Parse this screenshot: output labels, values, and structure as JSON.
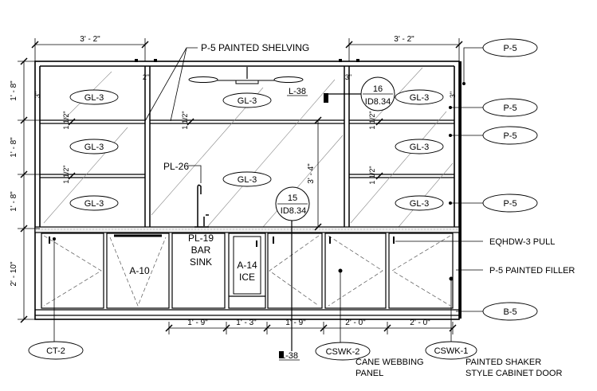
{
  "dims": {
    "top_left": "3' - 2\"",
    "top_right": "3' - 2\"",
    "left_v1": "1' - 8\"",
    "left_v2": "1' - 8\"",
    "left_v3": "1' - 8\"",
    "left_v4": "2' - 10\"",
    "small_top_a": "3\"",
    "small_top_b": "2\"",
    "small_top_c": "3\"",
    "small_top_d": "3\"",
    "shelf_l1": "1 1/2\"",
    "shelf_l2": "1 1/2\"",
    "shelf_c1": "1 1/2\"",
    "shelf_r1": "1 1/2\"",
    "shelf_r2": "1 1/2\"",
    "center_v": "3' - 4\"",
    "bottom": [
      "1' - 9\"",
      "1' - 3\"",
      "1' - 9\"",
      "2' - 0\"",
      "2' - 0\""
    ]
  },
  "tags": {
    "gl": [
      "GL-3",
      "GL-3",
      "GL-3",
      "GL-3",
      "GL-3",
      "GL-3",
      "GL-3",
      "GL-3"
    ],
    "p5": [
      "P-5",
      "P-5",
      "P-5",
      "P-5"
    ],
    "b5": "B-5",
    "ct2": "CT-2",
    "cswk2": "CSWK-2",
    "cswk1": "CSWK-1"
  },
  "sections": {
    "s1_num": "16",
    "s1_ref": "ID8.34",
    "s2_num": "15",
    "s2_ref": "ID8.34",
    "l38_top": "L-38",
    "l38_bottom": "L-38"
  },
  "labels": {
    "painted_shelving": "P-5 PAINTED SHELVING",
    "pl26": "PL-26",
    "a10": "A-10",
    "pl19_l1": "PL-19",
    "pl19_l2": "BAR",
    "pl19_l3": "SINK",
    "a14_l1": "A-14",
    "a14_l2": "ICE",
    "pull": "EQHDW-3 PULL",
    "filler": "P-5 PAINTED FILLER",
    "cane_l1": "CANE WEBBING",
    "cane_l2": "PANEL",
    "shaker_l1": "PAINTED SHAKER",
    "shaker_l2": "STYLE CABINET DOOR"
  }
}
